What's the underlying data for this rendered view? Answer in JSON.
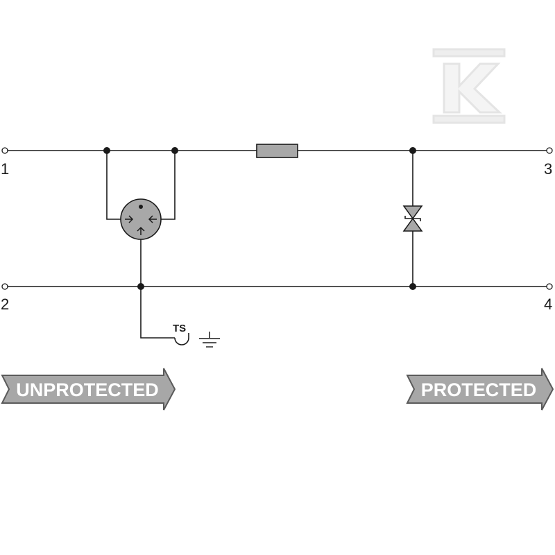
{
  "terminals": {
    "t1": "1",
    "t2": "2",
    "t3": "3",
    "t4": "4"
  },
  "switch_label": "TS",
  "arrows": {
    "unprotected": "UNPROTECTED",
    "protected": "PROTECTED"
  },
  "logo": {
    "name": "k-logo-watermark",
    "letter": "K"
  },
  "colors": {
    "line": "#1a1a1a",
    "component_fill": "#a8a8a8",
    "arrow_fill": "#a7a7a7",
    "arrow_outline": "#5a5a5a",
    "watermark": "#e4e4e4"
  }
}
